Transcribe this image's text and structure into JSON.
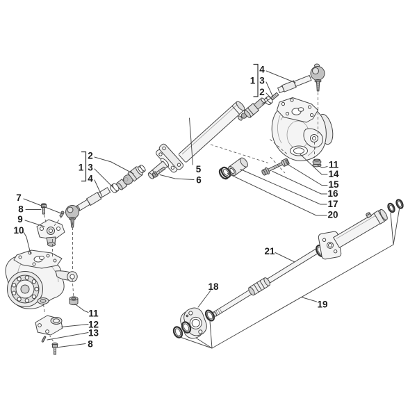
{
  "diagram": {
    "kind": "exploded-parts-diagram",
    "subject": "front axle steering knuckle, tie rod and steering cylinder",
    "background_color": "#ffffff",
    "line_color": "#454545",
    "label_color": "#1c1c1c",
    "seal_color": "#303030",
    "metal_light": "#f4f4f4",
    "metal_dark": "#b0b0b0",
    "labels": [
      {
        "text": "2"
      },
      {
        "text": "1"
      },
      {
        "text": "3"
      },
      {
        "text": "4"
      },
      {
        "text": "5"
      },
      {
        "text": "6"
      },
      {
        "text": "4"
      },
      {
        "text": "1"
      },
      {
        "text": "3"
      },
      {
        "text": "2"
      },
      {
        "text": "7"
      },
      {
        "text": "8"
      },
      {
        "text": "9"
      },
      {
        "text": "10"
      },
      {
        "text": "11"
      },
      {
        "text": "12"
      },
      {
        "text": "13"
      },
      {
        "text": "8"
      },
      {
        "text": "11"
      },
      {
        "text": "14"
      },
      {
        "text": "15"
      },
      {
        "text": "16"
      },
      {
        "text": "17"
      },
      {
        "text": "20"
      },
      {
        "text": "18"
      },
      {
        "text": "21"
      },
      {
        "text": "19"
      }
    ]
  }
}
